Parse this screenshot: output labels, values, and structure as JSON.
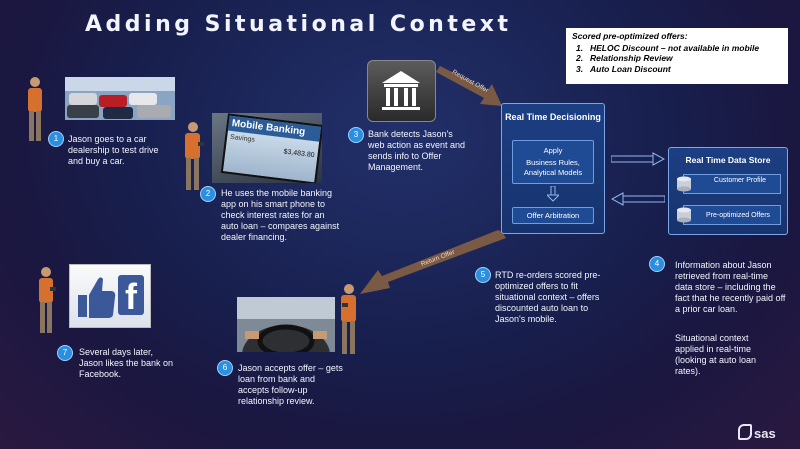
{
  "title": "Adding Situational Context",
  "offers": {
    "heading": "Scored pre-optimized offers:",
    "items": [
      {
        "num": "1.",
        "text": "HELOC Discount – not available in mobile"
      },
      {
        "num": "2.",
        "text": "Relationship Review"
      },
      {
        "num": "3.",
        "text": "Auto Loan Discount"
      }
    ]
  },
  "steps": [
    {
      "num": "1",
      "text": "Jason goes to a car dealership to test drive and buy a car."
    },
    {
      "num": "2",
      "text": "He uses the mobile banking app on his smart phone to check interest rates for an auto loan – compares against dealer financing."
    },
    {
      "num": "3",
      "text": "Bank detects Jason's web action as event and sends info to Offer Management."
    },
    {
      "num": "4",
      "text": "Information about Jason retrieved from real-time data store – including the fact that he recently paid off a prior car loan."
    },
    {
      "num": "5",
      "text": "RTD re-orders scored pre-optimized offers to fit situational context – offers discounted auto loan to Jason's mobile."
    },
    {
      "num": "6",
      "text": "Jason accepts offer – gets loan from bank and accepts follow-up relationship review."
    },
    {
      "num": "7",
      "text": "Several days later, Jason likes the bank on Facebook."
    }
  ],
  "situational_note": "Situational context applied in real-time (looking at auto loan rates).",
  "rtd": {
    "title": "Real Time Decisioning",
    "apply": "Apply",
    "rules": "Business Rules, Analytical Models",
    "arbitration": "Offer Arbitration"
  },
  "store": {
    "title": "Real Time Data Store",
    "customer_profile": "Customer Profile",
    "pre_optimized": "Pre-optimized Offers"
  },
  "arrows": {
    "request_offer": "Request Offer",
    "return_offer": "Return Offer"
  },
  "mobile_banking": {
    "header": "Mobile Banking",
    "savings": "Savings",
    "amount": "$3,483.80"
  },
  "facebook_letter": "f",
  "logo": "sas",
  "colors": {
    "accent": "#2b8fe0",
    "box": "#1c3f83",
    "arrow": "#7a5a44"
  }
}
